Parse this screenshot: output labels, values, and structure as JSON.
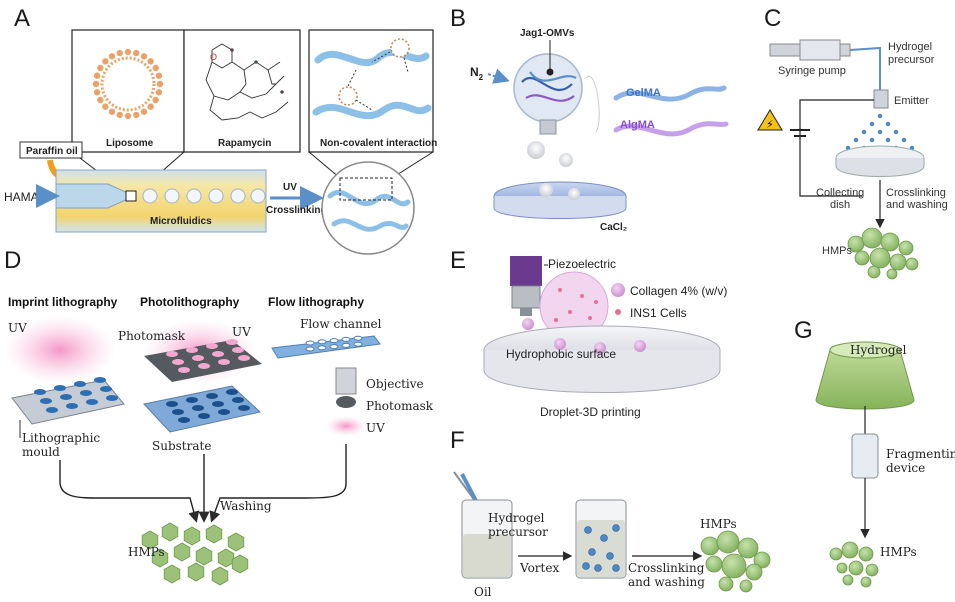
{
  "panels": {
    "a": {
      "letter": "A",
      "liposome": "Liposome",
      "rapamycin": "Rapamycin",
      "noncovalent": "Non-covalent interaction",
      "paraffin": "Paraffin oil",
      "hama": "HAMA",
      "microfluidics": "Microfluidics",
      "uv": "UV",
      "crosslinking": "Crosslinking"
    },
    "b": {
      "letter": "B",
      "jag": "Jag1-OMVs",
      "n2": "N",
      "n2_sub": "2",
      "gelma": "GelMA",
      "algma": "AlgMA",
      "cacl2": "CaCl₂"
    },
    "c": {
      "letter": "C",
      "syringe": "Syringe pump",
      "precursor_1": "Hydrogel",
      "precursor_2": "precursor",
      "emitter": "Emitter",
      "collecting_1": "Collecting",
      "collecting_2": "dish",
      "washing_1": "Crosslinking",
      "washing_2": "and washing",
      "hmps": "HMPs"
    },
    "d": {
      "letter": "D",
      "imprint": "Imprint lithography",
      "photo": "Photolithography",
      "flow": "Flow lithography",
      "uv1": "UV",
      "photomask": "Photomask",
      "uv2": "UV",
      "flow_channel": "Flow channel",
      "objective": "Objective",
      "photomask2": "Photomask",
      "uv3": "UV",
      "litho_1": "Lithographic",
      "litho_2": "mould",
      "substrate": "Substrate",
      "washing": "Washing",
      "hmps": "HMPs"
    },
    "e": {
      "letter": "E",
      "piezo": "Piezoelectric",
      "collagen": "Collagen 4% (w/v)",
      "ins1": "INS1 Cells",
      "hydrophobic": "Hydrophobic surface",
      "caption": "Droplet-3D printing"
    },
    "f": {
      "letter": "F",
      "precursor_1": "Hydrogel",
      "precursor_2": "precursor",
      "vortex": "Vortex",
      "oil": "Oil",
      "washing_1": "Crosslinking",
      "washing_2": "and washing",
      "hmps": "HMPs"
    },
    "g": {
      "letter": "G",
      "hydrogel": "Hydrogel",
      "frag_1": "Fragmenting",
      "frag_2": "device",
      "hmps": "HMPs"
    }
  },
  "colors": {
    "gel_green": "#9cc27a",
    "gel_green_dark": "#6e9a4c",
    "microfluidic_yellow": "#f3d56e",
    "channel_blue": "#bcd7ea",
    "arrow_blue": "#5a8fc7",
    "paraffin_orange": "#f0a020",
    "pink_uv": "#f2a7cf",
    "photomask_gray": "#555a60",
    "pad_blue": "#2c6fb4",
    "lipo_orange": "#e9a36a"
  }
}
